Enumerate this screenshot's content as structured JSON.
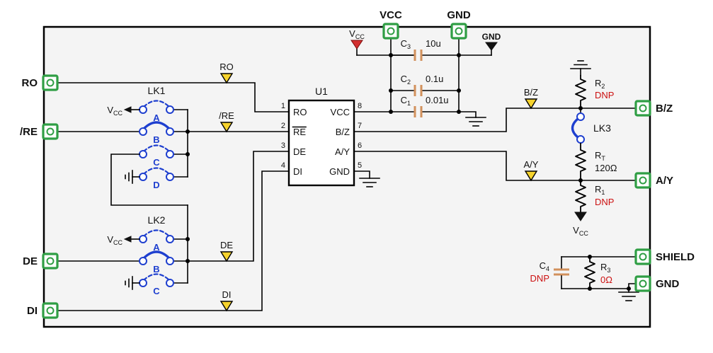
{
  "colors": {
    "jumper_blue": "#1e3fcf",
    "cap_tan": "#d2915c",
    "flag_yellow": "#f6d32d",
    "dnp_red": "#cc1111",
    "terminal_green": "#2f9e44",
    "vcc_red": "#d32f2f",
    "board_fill": "#f4f4f4"
  },
  "terminals": {
    "top": [
      {
        "label": "VCC"
      },
      {
        "label": "GND"
      }
    ],
    "left": [
      {
        "label": "RO"
      },
      {
        "label": "/RE"
      },
      {
        "label": "DE"
      },
      {
        "label": "DI"
      }
    ],
    "right": [
      {
        "label": "B/Z"
      },
      {
        "label": "A/Y"
      },
      {
        "label": "SHIELD"
      },
      {
        "label": "GND"
      }
    ]
  },
  "power": {
    "vcc_base": "V",
    "vcc_sub": "CC",
    "gnd": "GND"
  },
  "u1": {
    "refdes": "U1",
    "left_pins": [
      {
        "num": "1",
        "name": "RO"
      },
      {
        "num": "2",
        "name": "RE"
      },
      {
        "num": "3",
        "name": "DE"
      },
      {
        "num": "4",
        "name": "DI"
      }
    ],
    "right_pins": [
      {
        "num": "8",
        "name": "VCC"
      },
      {
        "num": "7",
        "name": "B/Z"
      },
      {
        "num": "6",
        "name": "A/Y"
      },
      {
        "num": "5",
        "name": "GND"
      }
    ]
  },
  "capacitors": [
    {
      "ref": "C",
      "sub": "3",
      "value": "10u"
    },
    {
      "ref": "C",
      "sub": "2",
      "value": "0.1u"
    },
    {
      "ref": "C",
      "sub": "1",
      "value": "0.01u"
    },
    {
      "ref": "C",
      "sub": "4",
      "value": "DNP"
    }
  ],
  "resistors": [
    {
      "ref": "R",
      "sub": "2",
      "value": "DNP"
    },
    {
      "ref": "R",
      "sub": "T",
      "value": "120Ω"
    },
    {
      "ref": "R",
      "sub": "1",
      "value": "DNP"
    },
    {
      "ref": "R",
      "sub": "3",
      "value": "0Ω"
    }
  ],
  "jumpers": {
    "lk1": {
      "label": "LK1",
      "positions": [
        {
          "key": "A"
        },
        {
          "key": "B"
        },
        {
          "key": "C"
        },
        {
          "key": "D"
        }
      ]
    },
    "lk2": {
      "label": "LK2",
      "positions": [
        {
          "key": "A"
        },
        {
          "key": "B"
        },
        {
          "key": "C"
        }
      ]
    },
    "lk3": {
      "label": "LK3"
    }
  },
  "net_flags": [
    {
      "label": "RO"
    },
    {
      "label": "/RE"
    },
    {
      "label": "DE"
    },
    {
      "label": "DI"
    },
    {
      "label": "B/Z"
    },
    {
      "label": "A/Y"
    }
  ]
}
